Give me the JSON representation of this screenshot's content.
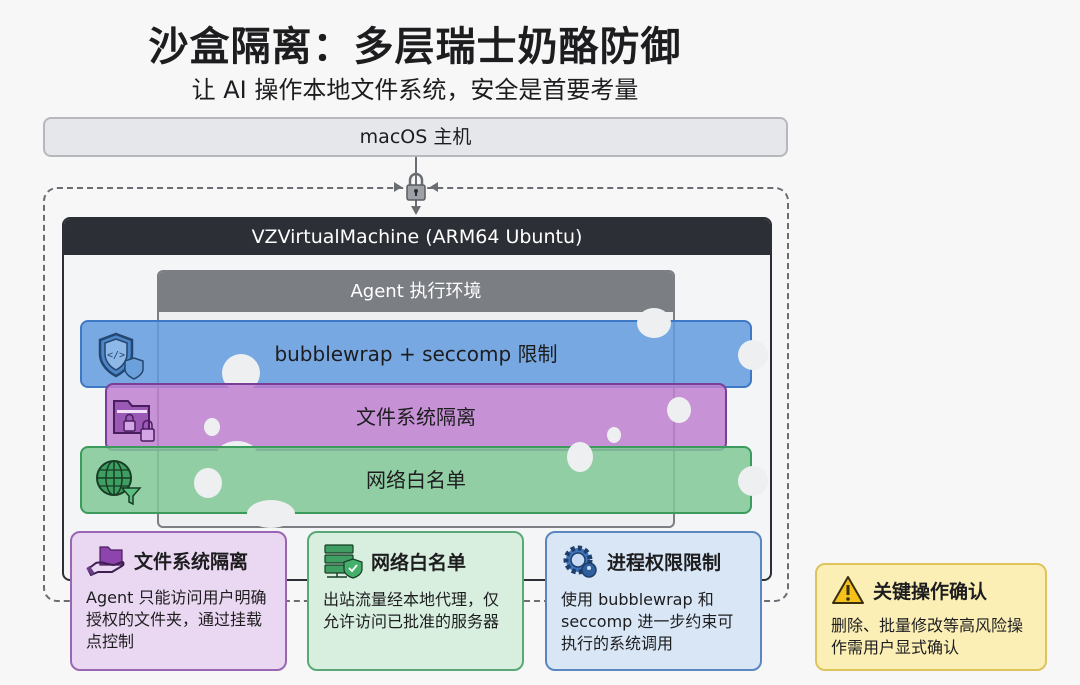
{
  "header": {
    "title": "沙盒隔离：多层瑞士奶酪防御",
    "subtitle": "让 AI 操作本地文件系统，安全是首要考量"
  },
  "host": {
    "label": "macOS 主机"
  },
  "vm": {
    "label": "VZVirtualMachine (ARM64 Ubuntu)"
  },
  "agent": {
    "label": "Agent 执行环境"
  },
  "layers": [
    {
      "label": "bubblewrap + seccomp 限制",
      "icon": "shield-code-icon",
      "color": "#629bde"
    },
    {
      "label": "文件系统隔离",
      "icon": "folder-lock-icon",
      "color": "#be80d0"
    },
    {
      "label": "网络白名单",
      "icon": "globe-filter-icon",
      "color": "#80c896"
    }
  ],
  "cards": [
    {
      "title": "文件系统隔离",
      "icon": "folder-hand-icon",
      "body": "Agent 只能访问用户明确授权的文件夹，通过挂载点控制"
    },
    {
      "title": "网络白名单",
      "icon": "server-shield-icon",
      "body": "出站流量经本地代理，仅允许访问已批准的服务器"
    },
    {
      "title": "进程权限限制",
      "icon": "gear-user-icon",
      "body": "使用 bubblewrap 和 seccomp 进一步约束可执行的系统调用"
    },
    {
      "title": "关键操作确认",
      "icon": "warning-icon",
      "body": "删除、批量修改等高风险操作需用户显式确认"
    }
  ]
}
